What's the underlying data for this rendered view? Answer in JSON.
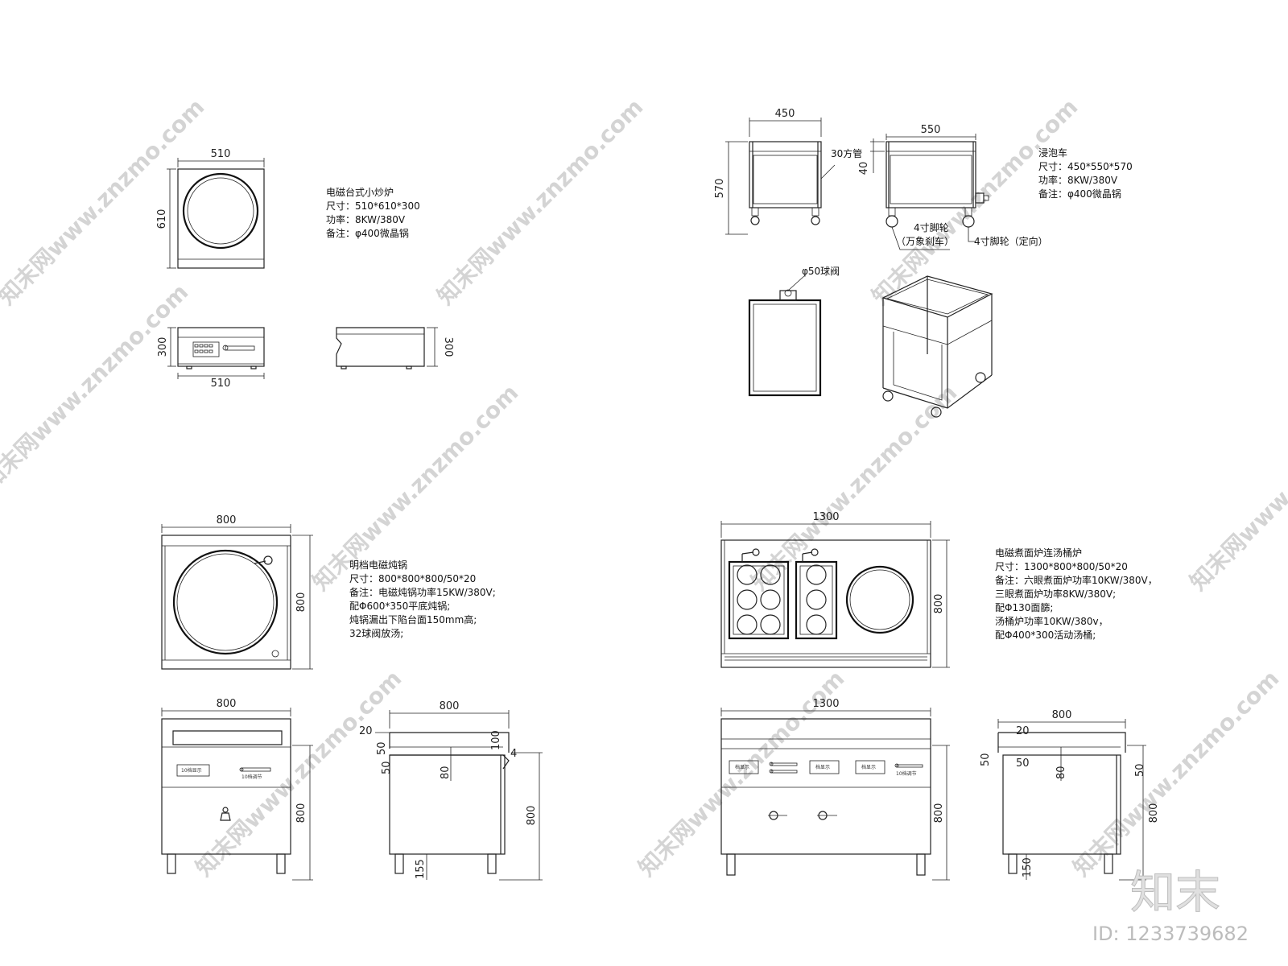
{
  "stir_fry": {
    "title": "电磁台式小炒炉",
    "lines": [
      "尺寸：510*610*300",
      "功率：8KW/380V",
      "备注：φ400微晶锅"
    ],
    "dims": {
      "top_w": "510",
      "top_h": "610",
      "front_w": "510",
      "front_h": "300",
      "side_h": "300"
    }
  },
  "soak_cart": {
    "title": "浸泡车",
    "lines": [
      "尺寸：450*550*570",
      "功率：8KW/380V",
      "备注：φ400微晶锅"
    ],
    "dims": {
      "front_w": "450",
      "side_w": "550",
      "height": "570",
      "top": "40"
    },
    "labels": {
      "tube": "30方管",
      "caster_swivel": "4寸脚轮",
      "caster_swivel_sub": "（万象刹车）",
      "caster_fixed": "4寸脚轮（定向）",
      "valve": "φ50球阀"
    }
  },
  "stew_pot": {
    "title": "明档电磁炖锅",
    "lines": [
      "尺寸：800*800*800/50*20",
      "备注：电磁炖锅功率15KW/380V;",
      "配Φ600*350平底炖锅;",
      "炖锅漏出下陷台面150mm高;",
      "32球阀放汤;"
    ],
    "dims": {
      "top_w": "800",
      "top_h": "800",
      "front_w": "800",
      "front_h": "800",
      "side_w": "800",
      "side_h": "800",
      "d20": "20",
      "d50": "50",
      "d50b": "50",
      "d100": "100",
      "d80": "80",
      "d155": "155",
      "d4": "4"
    }
  },
  "noodle_cooker": {
    "title": "电磁煮面炉连汤桶炉",
    "lines": [
      "尺寸：1300*800*800/50*20",
      "备注：六眼煮面炉功率10KW/380V，",
      "三眼煮面炉功率8KW/380V;",
      "配Φ130面篩;",
      "汤桶炉功率10KW/380v，",
      "配Φ400*300活动汤桶;"
    ],
    "dims": {
      "top_w": "1300",
      "top_h": "800",
      "front_w": "1300",
      "front_h": "800",
      "side_w": "800",
      "side_h": "800",
      "d20": "20",
      "d50": "50",
      "d50b": "50",
      "d50c": "50",
      "d80": "80",
      "d150": "150"
    }
  },
  "watermark": {
    "text": "知末网www.znzmo.com",
    "logo": "知末",
    "id": "ID: 1233739682"
  }
}
